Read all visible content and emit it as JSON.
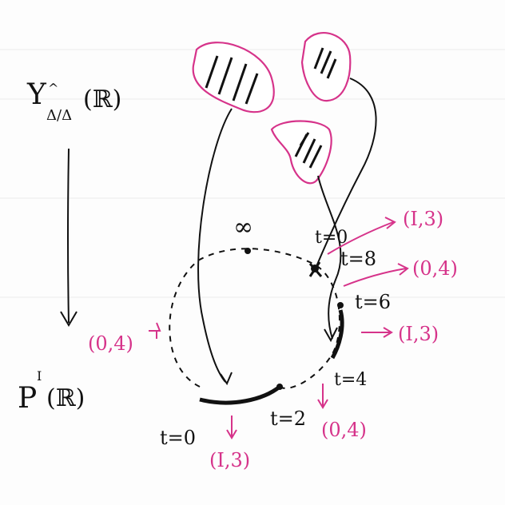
{
  "colors": {
    "ink": "#111111",
    "accent": "#d6338a",
    "paper": "#fdfdfd"
  },
  "labels": {
    "top_space": "Y",
    "top_space_sub": "Δ/Δ",
    "top_space_hat": "^",
    "top_space_arg": "(ℝ)",
    "bottom_space": "P",
    "bottom_space_sup": "I",
    "bottom_space_arg": "(ℝ)",
    "infinity": "∞",
    "t0_bottom": "t=0",
    "t2": "t=2",
    "t4": "t=4",
    "t6": "t=6",
    "t8": "t=8",
    "t0_top": "t=0",
    "tag_right_top": "(I,3)",
    "tag_right_mid": "(0,4)",
    "tag_right_low": "(I,3)",
    "tag_left": "(0,4)",
    "tag_t4": "(0,4)",
    "tag_t0": "(I,3)"
  }
}
